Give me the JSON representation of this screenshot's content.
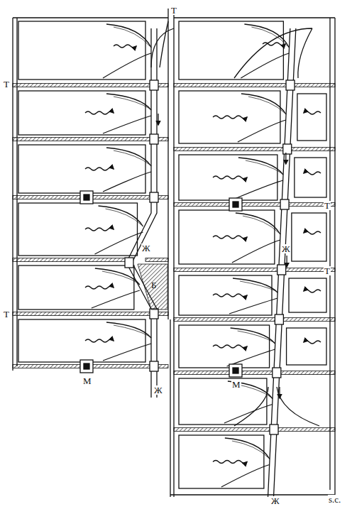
{
  "diagram": {
    "labels": [
      "Т",
      "Т",
      "Т",
      "Ж",
      "Ж",
      "Т",
      "Б",
      "Т",
      "М",
      "М",
      "Ж",
      "Ж",
      "s.c."
    ]
  }
}
